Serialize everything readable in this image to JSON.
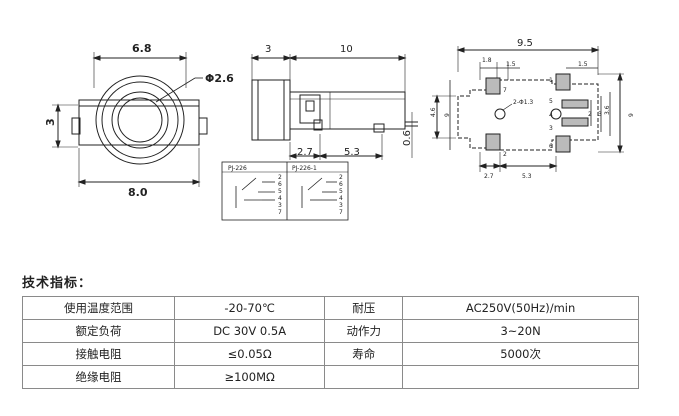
{
  "drawing": {
    "front_view": {
      "width_top": "6.8",
      "width_bottom": "8.0",
      "height": "3",
      "diameter": "Φ2.6"
    },
    "side_view": {
      "dim_a": "3",
      "dim_b": "10",
      "dim_c": "2.7",
      "dim_d": "5.3",
      "dim_e": "0.6"
    },
    "top_view": {
      "overall_width": "9.5",
      "d1": "1.8",
      "d2": "1.5",
      "d3": "1.5",
      "hole": "2-Φ1.3",
      "left_height": "4.6",
      "inner_height": "9",
      "right_height": "9",
      "r1": "2",
      "r2": "3",
      "r3": "3.6",
      "b1": "2.7",
      "b2": "5.3",
      "pins": [
        "7",
        "1",
        "5",
        "4",
        "3",
        "6",
        "2"
      ]
    },
    "circuits": {
      "left_title": "PJ-226",
      "right_title": "PJ-226-1",
      "pins_left": [
        "2",
        "6",
        "5",
        "4",
        "3",
        "7"
      ],
      "pins_right": [
        "2",
        "6",
        "5",
        "4",
        "3",
        "7"
      ]
    }
  },
  "section_title": "技术指标：",
  "specs": [
    [
      "使用温度范围",
      "-20-70℃",
      "耐压",
      "AC250V(50Hz)/min"
    ],
    [
      "额定负荷",
      "DC 30V 0.5A",
      "动作力",
      "3~20N"
    ],
    [
      "接触电阻",
      "≤0.05Ω",
      "寿命",
      "5000次"
    ],
    [
      "绝缘电阻",
      "≥100MΩ",
      "",
      ""
    ]
  ]
}
